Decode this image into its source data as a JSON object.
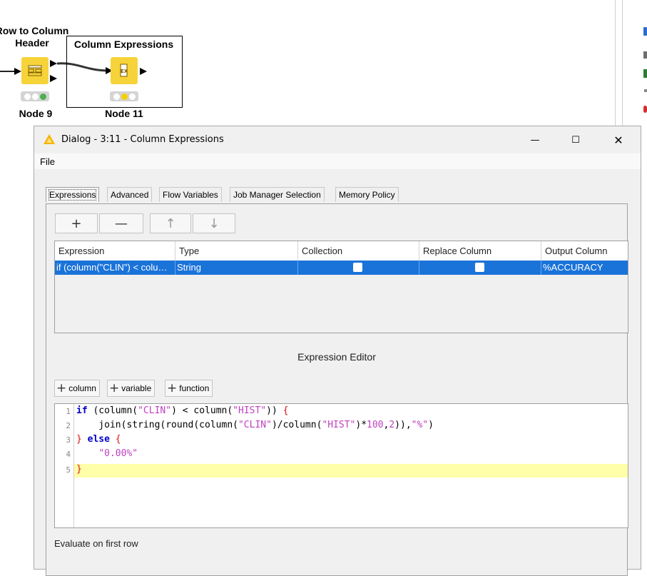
{
  "canvas": {
    "node9": {
      "title_line1": "Row to Column",
      "title_line2": "Header",
      "label": "Node 9"
    },
    "node11": {
      "title": "Column Expressions",
      "label": "Node 11"
    }
  },
  "dialog": {
    "title": "Dialog - 3:11 - Column Expressions",
    "minimize": "—",
    "maximize": "☐",
    "close": "✕",
    "menu": {
      "file": "File"
    },
    "tabs": [
      "Expressions",
      "Advanced",
      "Flow Variables",
      "Job Manager Selection",
      "Memory Policy"
    ],
    "toolbar": {
      "add": "+",
      "remove": "—",
      "up": "↑",
      "down": "↓"
    },
    "table": {
      "headers": [
        "Expression",
        "Type",
        "Collection",
        "Replace Column",
        "Output Column"
      ],
      "rows": [
        {
          "expression": "if (column(\"CLIN\") < colu…",
          "type": "String",
          "collection": false,
          "replace": false,
          "output": "%ACCURACY"
        }
      ]
    },
    "editor": {
      "title": "Expression Editor",
      "insert_buttons": [
        "column",
        "variable",
        "function"
      ],
      "line_numbers": [
        "1",
        "2",
        "3",
        "4",
        "5"
      ],
      "lines": [
        "if (column(\"CLIN\") < column(\"HIST\")) {",
        "    join(string(round(column(\"CLIN\")/column(\"HIST\")*100,2)),\"%\")",
        "} else {",
        "    \"0.00%\"",
        "}"
      ]
    },
    "status": "Evaluate on first row"
  },
  "colors": {
    "accent": "#1a73d9",
    "node": "#f7d33a",
    "current_line": "#ffffaa"
  }
}
